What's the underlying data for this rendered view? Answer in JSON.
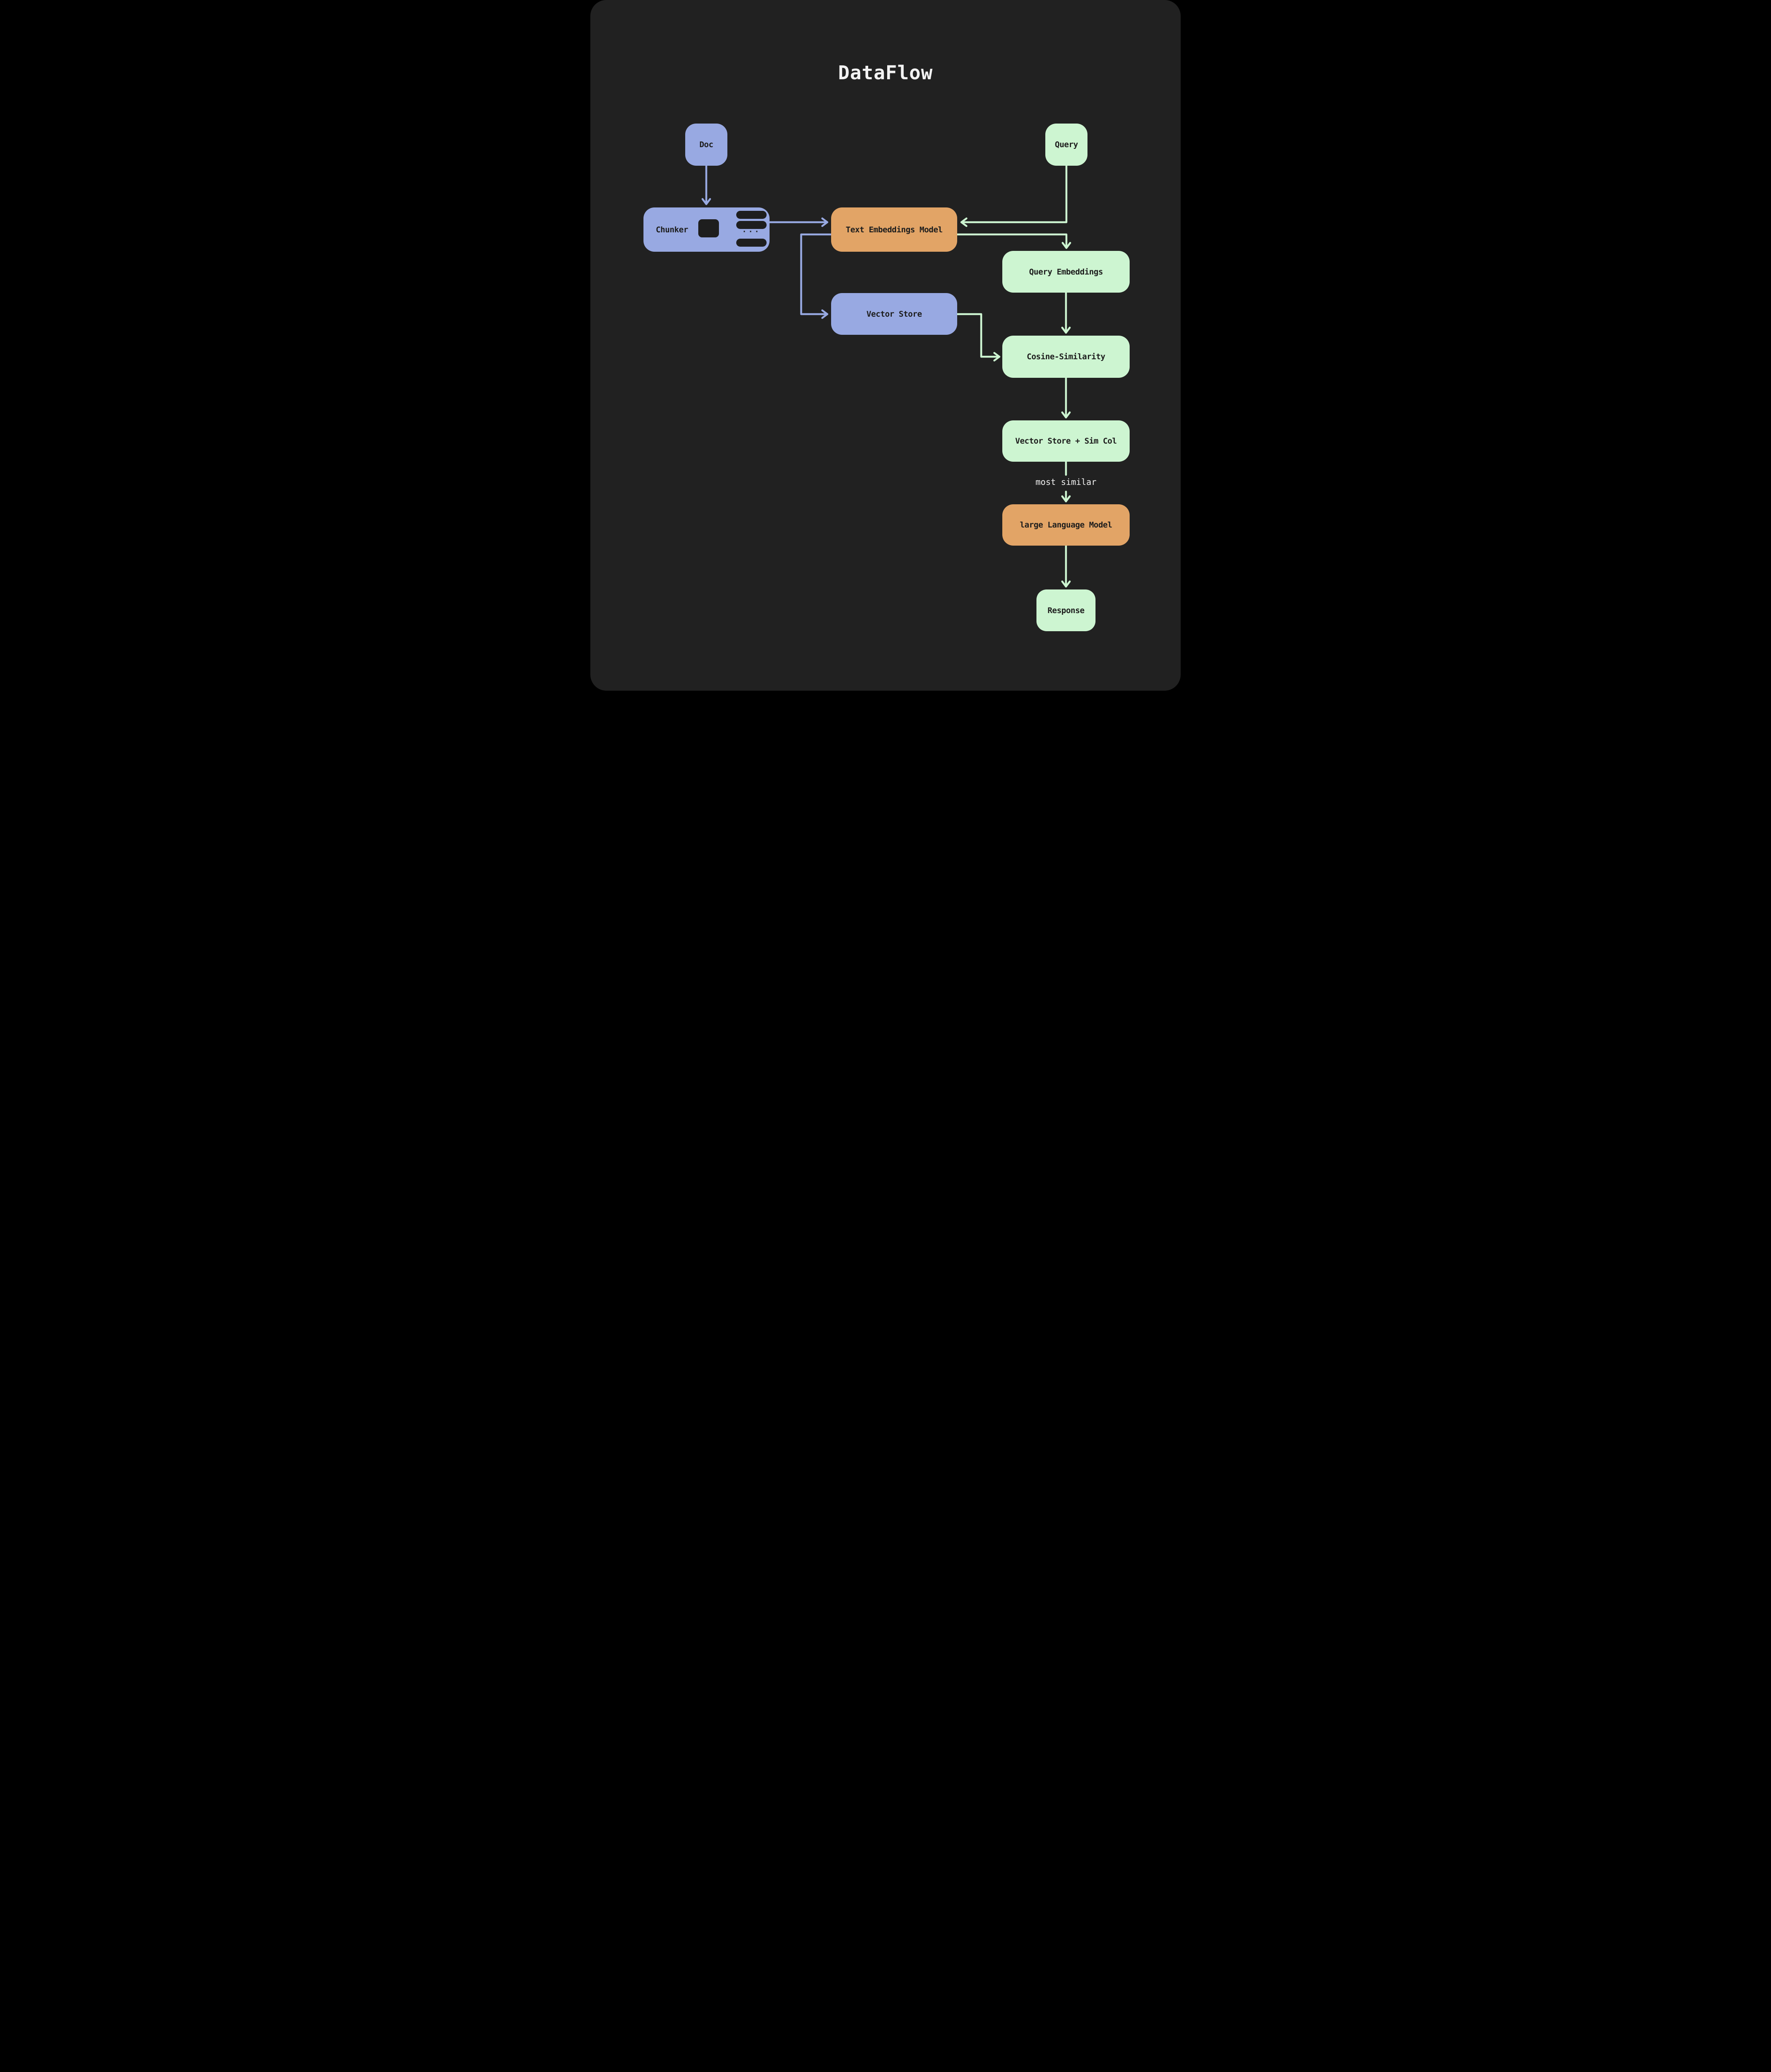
{
  "title": "DataFlow",
  "colors": {
    "background": "#000000",
    "panel": "#212121",
    "blue": "#98a9e2",
    "green": "#cdf5d1",
    "orange": "#e2a466",
    "text_dark": "#1d1d1d",
    "text_light": "#f2f2f2",
    "dark": "#1e1e1e"
  },
  "nodes": {
    "doc": {
      "label": "Doc",
      "color": "blue"
    },
    "chunker": {
      "label": "Chunker",
      "color": "blue"
    },
    "query": {
      "label": "Query",
      "color": "green"
    },
    "text_embeddings_model": {
      "label": "Text Embeddings Model",
      "color": "orange"
    },
    "query_embeddings": {
      "label": "Query Embeddings",
      "color": "green"
    },
    "vector_store": {
      "label": "Vector Store",
      "color": "blue"
    },
    "cosine_similarity": {
      "label": "Cosine-Similarity",
      "color": "green"
    },
    "vector_store_sim_col": {
      "label": "Vector Store + Sim Col",
      "color": "green"
    },
    "large_language_model": {
      "label": "large Language Model",
      "color": "orange"
    },
    "response": {
      "label": "Response",
      "color": "green"
    }
  },
  "edge_labels": {
    "vssim_to_llm": "most similar"
  },
  "chunker_icon": {
    "ellipsis": "···"
  }
}
